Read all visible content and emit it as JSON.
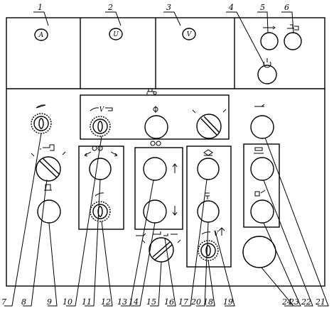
{
  "diagram": {
    "top_labels": {
      "n1": "1",
      "n2": "2",
      "n3": "3",
      "n4": "4",
      "n5": "5",
      "n6": "6"
    },
    "gauges": {
      "g1": "A",
      "g2": "U",
      "g3": "V"
    },
    "bottom_labels": {
      "n7": "7",
      "n8": "8",
      "n9": "9",
      "n10": "10",
      "n11": "11",
      "n12": "12",
      "n13": "13",
      "n14": "14",
      "n15": "15",
      "n16": "16",
      "n17": "17",
      "n20": "20",
      "n18": "18",
      "n19": "19",
      "n24": "24",
      "n23": "23",
      "n22": "22",
      "n21": "21"
    },
    "symbols": {
      "v_a": "V",
      "v_b": "V"
    }
  }
}
